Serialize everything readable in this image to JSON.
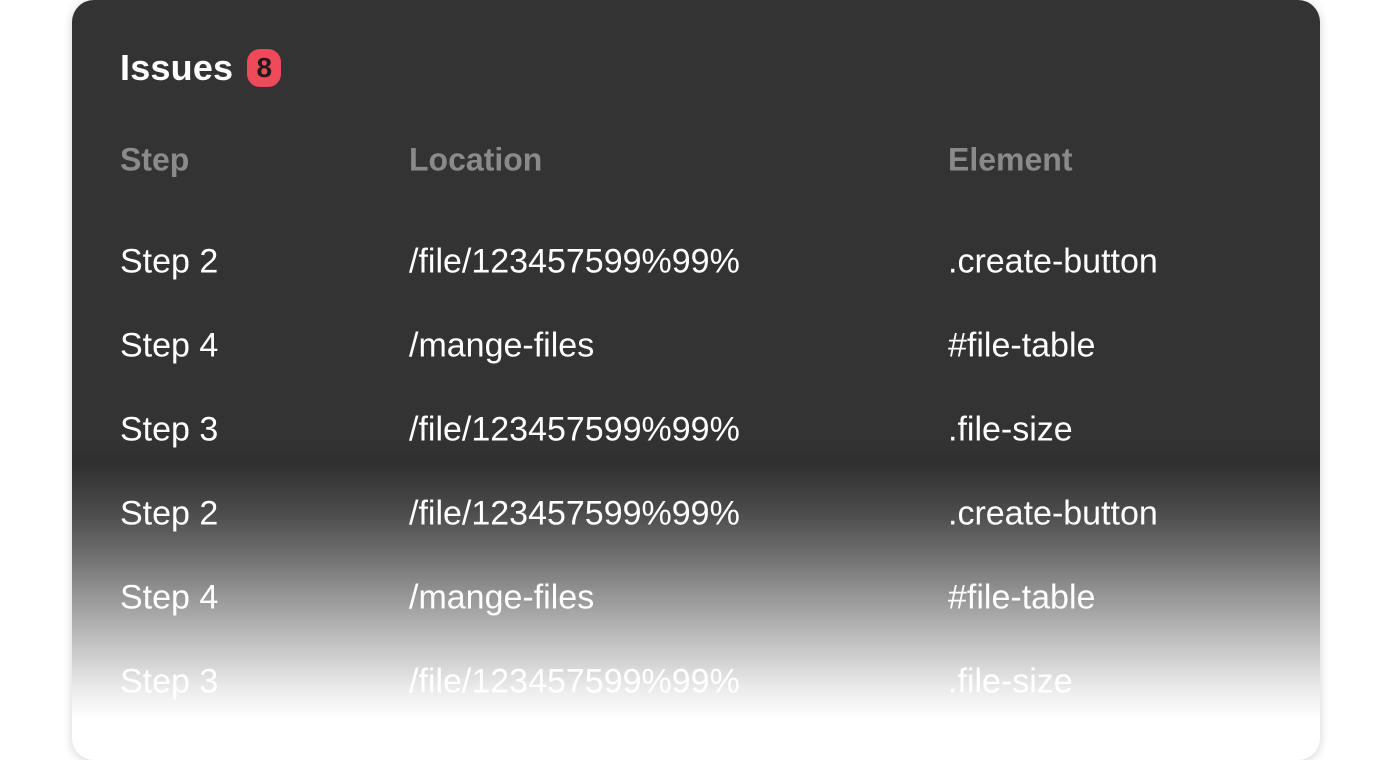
{
  "panel": {
    "title": "Issues",
    "badge_count": "8",
    "badge_color": "#ef4a5a",
    "background_color": "#333333"
  },
  "table": {
    "headers": [
      "Step",
      "Location",
      "Element"
    ],
    "rows": [
      {
        "step": "Step 2",
        "location": "/file/123457599%99%",
        "element": ".create-button"
      },
      {
        "step": "Step 4",
        "location": "/mange-files",
        "element": "#file-table"
      },
      {
        "step": "Step 3",
        "location": "/file/123457599%99%",
        "element": ".file-size"
      },
      {
        "step": "Step 2",
        "location": "/file/123457599%99%",
        "element": ".create-button"
      },
      {
        "step": "Step 4",
        "location": "/mange-files",
        "element": "#file-table"
      },
      {
        "step": "Step 3",
        "location": "/file/123457599%99%",
        "element": ".file-size"
      }
    ]
  }
}
